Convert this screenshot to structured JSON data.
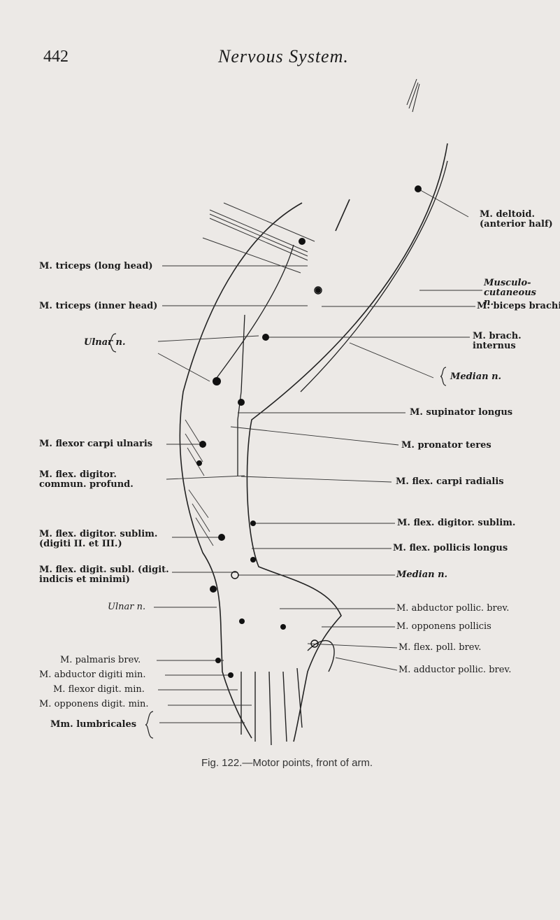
{
  "page": {
    "number": "442",
    "running_head": "Nervous System.",
    "caption": "Fig. 122.—Motor points, front of arm."
  },
  "labels_left": [
    {
      "id": "triceps-long",
      "text": "M. triceps (long head)"
    },
    {
      "id": "triceps-inner",
      "text": "M. triceps (inner head)"
    },
    {
      "id": "ulnar-upper",
      "text": "Ulnar n."
    },
    {
      "id": "flexor-carpi-ulnaris",
      "text": "M. flexor carpi ulnaris"
    },
    {
      "id": "flex-digit-commun",
      "text": "M. flex. digitor. commun. profund."
    },
    {
      "id": "flex-digit-sublim-left",
      "text": "M. flex. digitor. sublim. (digiti II. et III.)"
    },
    {
      "id": "flex-digit-subl-indicis",
      "text": "M. flex. digit. subl. (digit. indicis et minimi)"
    },
    {
      "id": "ulnar-lower",
      "text": "Ulnar n."
    },
    {
      "id": "palmaris-brev",
      "text": "M. palmaris brev."
    },
    {
      "id": "abductor-digiti-min",
      "text": "M. abductor digiti min."
    },
    {
      "id": "flexor-digit-min",
      "text": "M. flexor digit. min."
    },
    {
      "id": "opponens-digit-min",
      "text": "M. opponens digit. min."
    },
    {
      "id": "lumbricales",
      "text": "Mm. lumbricales"
    }
  ],
  "labels_right": [
    {
      "id": "deltoid",
      "text": "M. deltoid. (anterior half)"
    },
    {
      "id": "musculocutaneous",
      "text": "Musculo- cutaneous n."
    },
    {
      "id": "biceps",
      "text": "M. biceps brachii"
    },
    {
      "id": "brach-internus",
      "text": "M. brach. internus"
    },
    {
      "id": "median-upper",
      "text": "Median n."
    },
    {
      "id": "supinator",
      "text": "M. supinator longus"
    },
    {
      "id": "pronator",
      "text": "M. pronator teres"
    },
    {
      "id": "flex-carpi-radialis",
      "text": "M. flex. carpi radialis"
    },
    {
      "id": "flex-digit-sublim-right",
      "text": "M. flex. digitor. sublim."
    },
    {
      "id": "flex-pollicis-longus",
      "text": "M. flex. pollicis longus"
    },
    {
      "id": "median-lower",
      "text": "Median n."
    },
    {
      "id": "abductor-pollic",
      "text": "M. abductor pollic. brev."
    },
    {
      "id": "opponens-pollicis",
      "text": "M. opponens pollicis"
    },
    {
      "id": "flex-poll-brev",
      "text": "M. flex. poll. brev."
    },
    {
      "id": "adductor-pollic",
      "text": "M. adductor pollic. brev."
    }
  ]
}
